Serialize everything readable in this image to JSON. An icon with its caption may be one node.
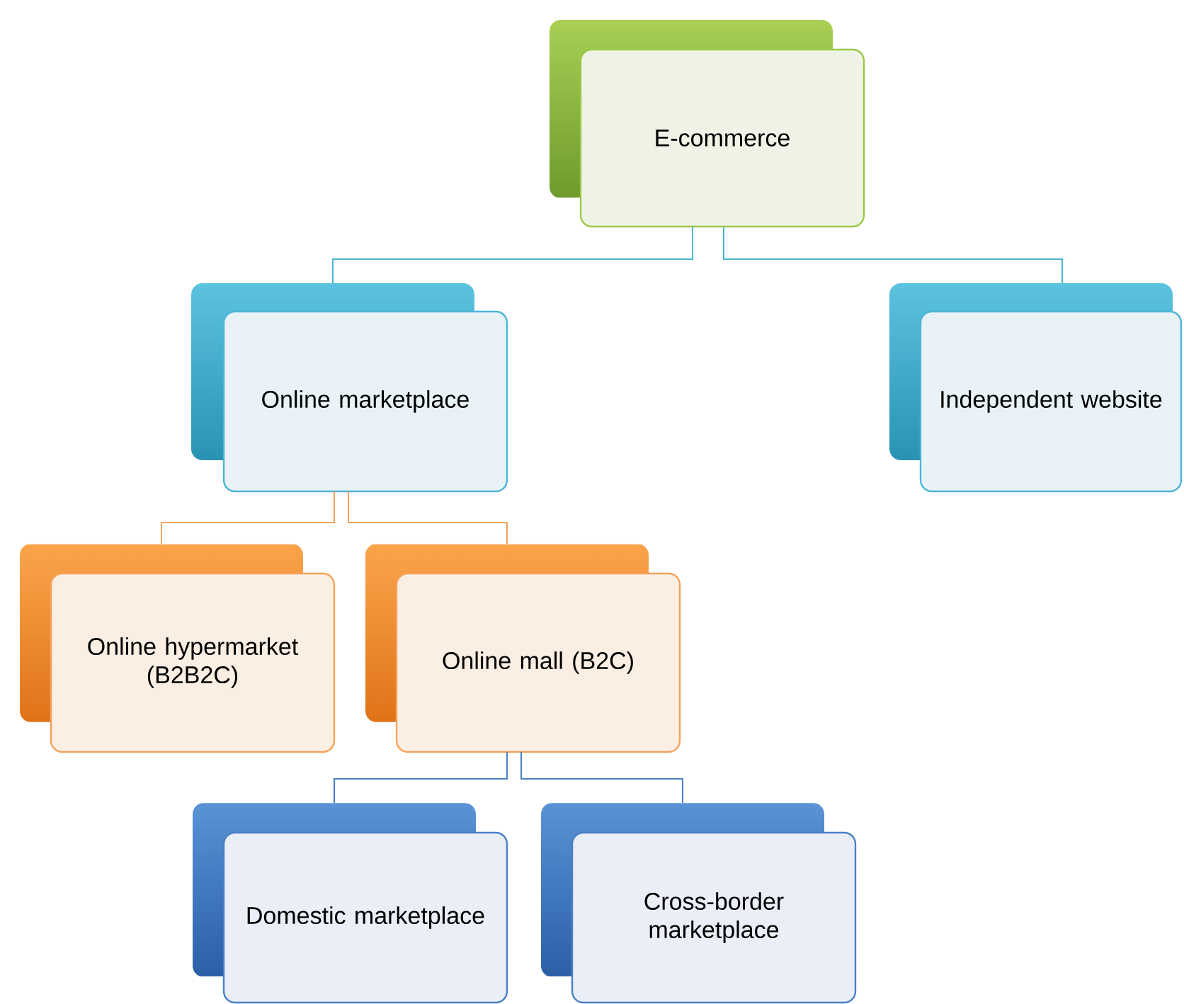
{
  "diagram": {
    "nodes": [
      {
        "text": [
          "E-commerce"
        ]
      },
      {
        "text": [
          "Online marketplace"
        ]
      },
      {
        "text": [
          "Independent website"
        ]
      },
      {
        "text": [
          "Online hypermarket (B2B2C)"
        ]
      },
      {
        "text": [
          "Online mall (B2C)"
        ]
      },
      {
        "text": [
          "Domestic marketplace"
        ]
      },
      {
        "text": [
          "Cross-border marketplace"
        ]
      }
    ],
    "edges": [
      {
        "from": 0,
        "to": 1,
        "arrow": "none",
        "color": "#4bb5d6"
      },
      {
        "from": 0,
        "to": 2,
        "arrow": "none",
        "color": "#4bb5d6"
      },
      {
        "from": 1,
        "to": 3,
        "arrow": "none",
        "color": "#f5a25a"
      },
      {
        "from": 1,
        "to": 4,
        "arrow": "none",
        "color": "#f5a25a"
      },
      {
        "from": 4,
        "to": 5,
        "arrow": "none",
        "color": "#4a7fc6"
      },
      {
        "from": 4,
        "to": 6,
        "arrow": "none",
        "color": "#4a7fc6"
      }
    ]
  }
}
